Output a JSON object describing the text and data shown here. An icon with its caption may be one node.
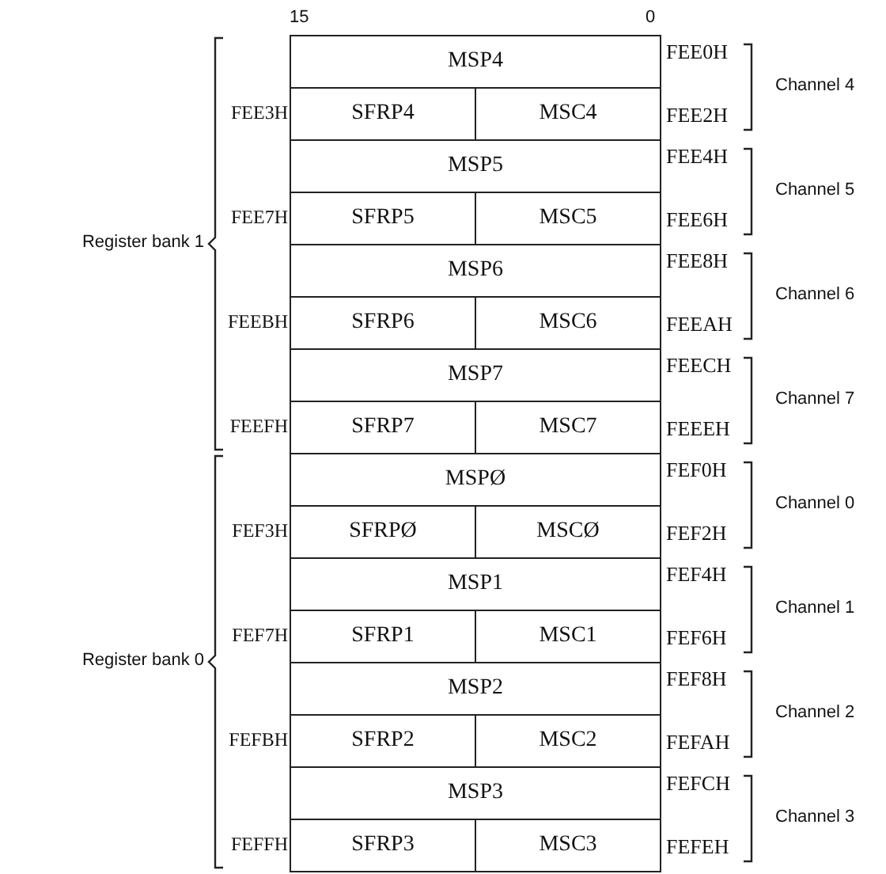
{
  "diagram": {
    "labels": [
      "15",
      "0",
      "MSP4",
      "FEE0H",
      "Channel 4",
      "FEE3H",
      "SFRP4",
      "MSC4",
      "FEE2H",
      "MSP5",
      "FEE4H",
      "Channel 5",
      "FEE7H",
      "SFRP5",
      "MSC5",
      "FEE6H",
      "MSP6",
      "FEE8H",
      "Channel 6",
      "FEEBH",
      "SFRP6",
      "MSC6",
      "FEEAH",
      "MSP7",
      "FEECH",
      "Channel 7",
      "FEEFH",
      "SFRP7",
      "MSC7",
      "FEEEH",
      "Register bank 1",
      "MSPØ",
      "FEF0H",
      "Channel 0",
      "FEF3H",
      "SFRPØ",
      "MSCØ",
      "FEF2H",
      "MSP1",
      "FEF4H",
      "Channel 1",
      "FEF7H",
      "SFRP1",
      "MSC1",
      "FEF6H",
      "MSP2",
      "FEF8H",
      "Channel 2",
      "FEFBH",
      "SFRP2",
      "MSC2",
      "FEFAH",
      "MSP3",
      "FEFCH",
      "Channel 3",
      "FEFFH",
      "SFRP3",
      "MSC3",
      "FEFEH",
      "Register bank 0"
    ]
  }
}
